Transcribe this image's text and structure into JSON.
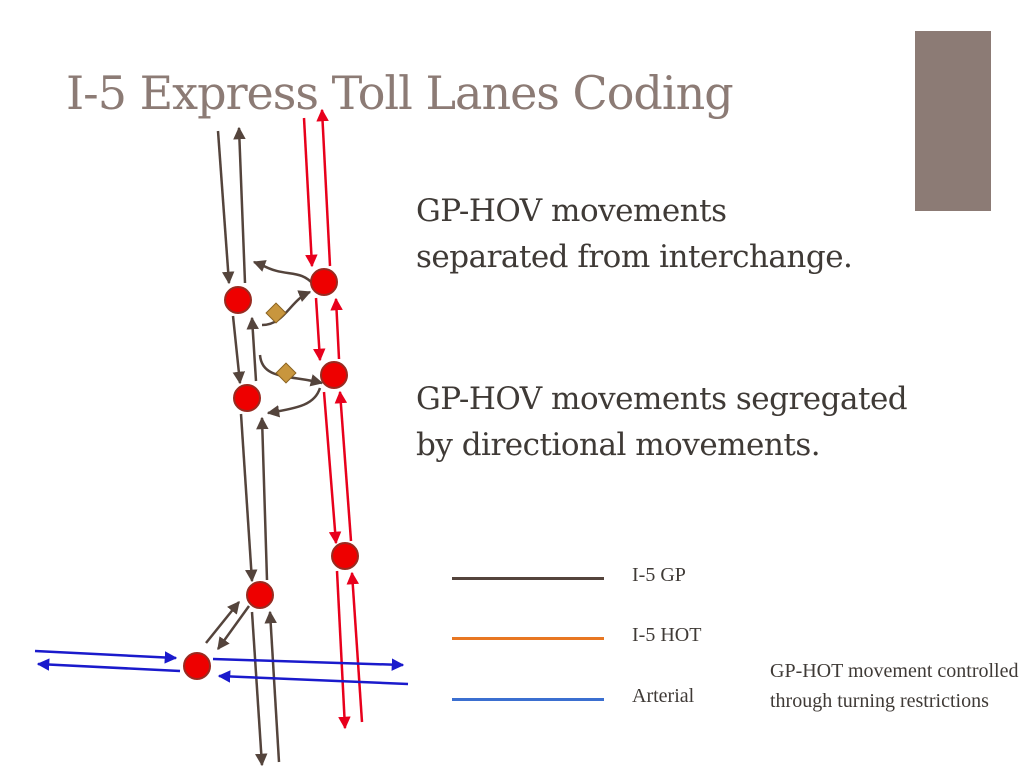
{
  "slide": {
    "title": "I-5 Express Toll Lanes Coding",
    "paragraphs": [
      "GP-HOV movements separated from interchange.",
      "GP-HOV movements segregated by directional movements."
    ],
    "note": "GP-HOT movement controlled through turning restrictions"
  },
  "legend": [
    {
      "label": "I-5 GP",
      "color": "#54443c"
    },
    {
      "label": "I-5 HOT",
      "color": "#e87722"
    },
    {
      "label": "Arterial",
      "color": "#3b6fd0"
    }
  ],
  "diagram_colors": {
    "gp": "#54443c",
    "hot": "#e8001c",
    "arterial": "#1a1acc",
    "node_fill": "#ee0000",
    "node_stroke": "#9a2a20",
    "connector": "#c8963e"
  },
  "accent": "#8c7b75"
}
